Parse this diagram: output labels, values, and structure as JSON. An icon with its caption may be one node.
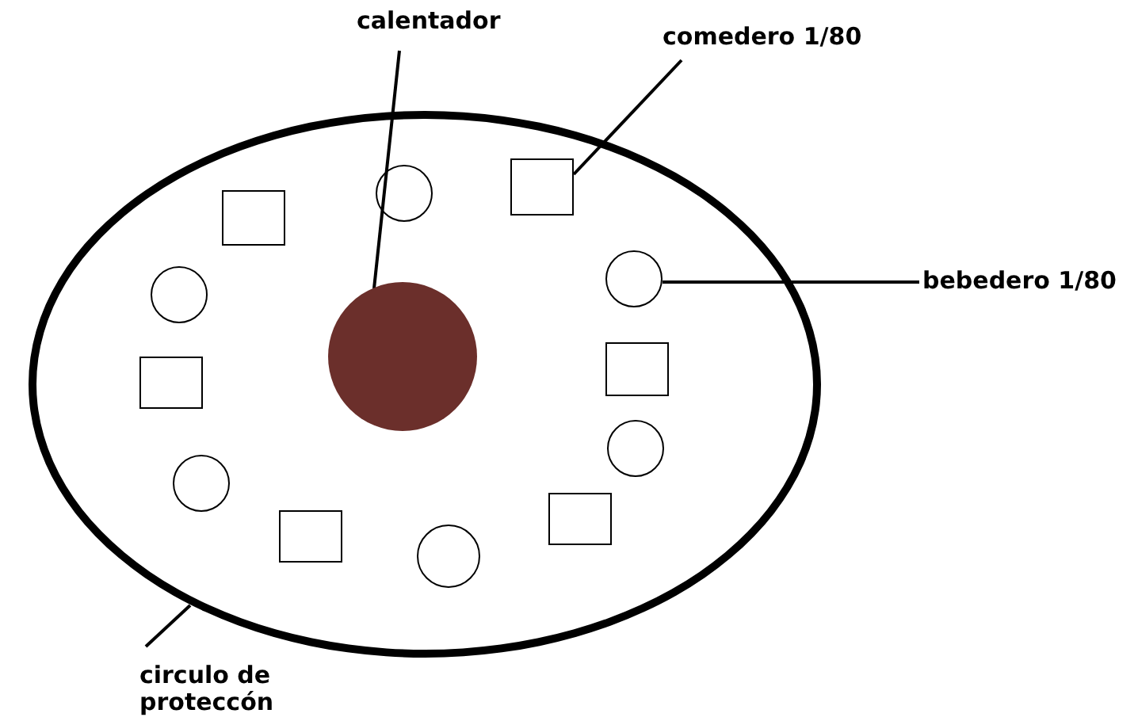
{
  "diagram": {
    "nodes": [
      {
        "text": [
          "calentador"
        ]
      },
      {
        "text": [
          "comedero 1/80"
        ]
      },
      {
        "text": [],
        "shape": "circle"
      },
      {
        "text": [],
        "shape": "circle",
        "in": 2
      },
      {
        "text": [],
        "shape": "box",
        "in": 2
      },
      {
        "text": [],
        "shape": "box",
        "in": 2
      },
      {
        "text": [],
        "shape": "circle",
        "in": 2
      },
      {
        "text": [],
        "shape": "circle",
        "in": 2
      },
      {
        "text": [
          "bebedero 1/80"
        ]
      },
      {
        "text": [],
        "shape": "circle",
        "in": 2
      },
      {
        "text": [],
        "shape": "box",
        "in": 2
      },
      {
        "text": [],
        "shape": "box",
        "in": 2
      },
      {
        "text": [],
        "shape": "circle",
        "in": 2
      },
      {
        "text": [],
        "shape": "circle",
        "in": 2
      },
      {
        "text": [],
        "shape": "box",
        "in": 2
      },
      {
        "text": [],
        "shape": "box",
        "in": 2
      },
      {
        "text": [],
        "shape": "circle",
        "in": 2
      },
      {
        "text": [
          "circulo de proteccón"
        ]
      }
    ],
    "edges": [
      {
        "from": 0,
        "to": 6,
        "arrow": "none"
      },
      {
        "from": 1,
        "to": 4,
        "arrow": "none"
      },
      {
        "from": 8,
        "to": 7,
        "arrow": "none"
      },
      {
        "from": 17,
        "to": 2,
        "arrow": "none"
      }
    ]
  }
}
